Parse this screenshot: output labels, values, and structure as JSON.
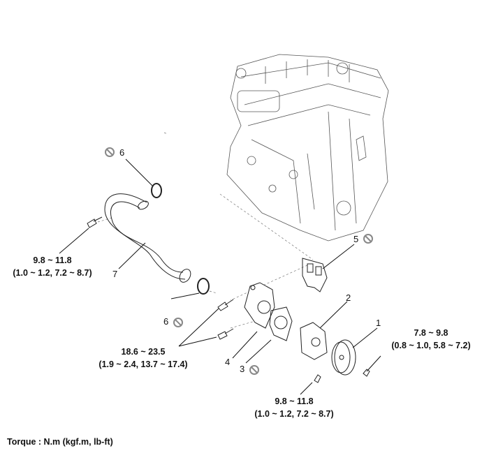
{
  "callouts": {
    "p1": "1",
    "p2": "2",
    "p3": "3",
    "p4": "4",
    "p5": "5",
    "p6_top": "6",
    "p6_bottom": "6",
    "p7": "7"
  },
  "torques": {
    "pipe_bolt": {
      "nm": "9.8 ~ 11.8",
      "alt": "(1.0 ~ 1.2, 7.2 ~ 8.7)"
    },
    "housing_bolts": {
      "nm": "18.6 ~ 23.5",
      "alt": "(1.9 ~ 2.4, 13.7 ~ 17.4)"
    },
    "pulley_bolt": {
      "nm": "7.8 ~ 9.8",
      "alt": "(0.8 ~ 1.0, 5.8 ~ 7.2)"
    },
    "pump_bolt": {
      "nm": "9.8 ~ 11.8",
      "alt": "(1.0 ~ 1.2, 7.2 ~ 8.7)"
    }
  },
  "footer": "Torque : N.m (kgf.m, lb-ft)",
  "icons": {
    "non_reusable": "no-reuse-symbol-icon"
  }
}
